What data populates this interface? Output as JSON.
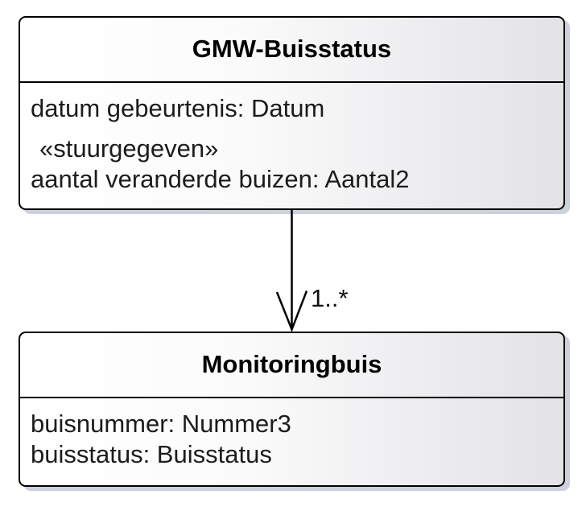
{
  "diagram_type": "uml-class-diagram",
  "classes": [
    {
      "name": "GMW-Buisstatus",
      "attribute_lines": [
        {
          "kind": "attribute",
          "text": "datum gebeurtenis: Datum"
        },
        {
          "kind": "stereotype",
          "text": "«stuurgegeven»"
        },
        {
          "kind": "attribute",
          "text": "aantal veranderde buizen: Aantal2"
        }
      ]
    },
    {
      "name": "Monitoringbuis",
      "attribute_lines": [
        {
          "kind": "attribute",
          "text": "buisnummer: Nummer3"
        },
        {
          "kind": "attribute",
          "text": "buisstatus: Buisstatus"
        }
      ]
    }
  ],
  "association": {
    "from": "GMW-Buisstatus",
    "to": "Monitoringbuis",
    "direction": "down",
    "arrowhead": "open",
    "multiplicity": "1..*"
  },
  "colors": {
    "background": "#ffffff",
    "border": "#000000",
    "fill_light": "#ffffff",
    "fill_dark": "#e3e3e6",
    "shadow": "#cdd1db",
    "text": "#1c1c1c"
  }
}
